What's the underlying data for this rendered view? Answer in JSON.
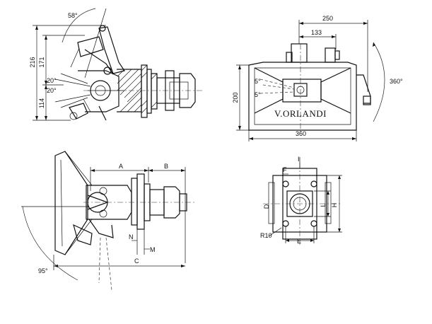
{
  "side_view": {
    "angle_top": "58°",
    "angle_upper": "20°",
    "angle_lower": "20°",
    "dim_216": "216",
    "dim_171": "171",
    "dim_114": "114"
  },
  "front_view": {
    "dim_250": "250",
    "dim_133": "133",
    "dim_200": "200",
    "dim_360": "360",
    "rotation": "360°",
    "angle_upper": "5°",
    "angle_lower": "5°",
    "brand_text": "V.ORLANDI"
  },
  "top_view": {
    "label_a": "A",
    "label_b": "B",
    "label_c": "C",
    "label_n": "N",
    "label_m": "M",
    "swing_angle": "95°"
  },
  "flange_view": {
    "label_i": "I",
    "label_f": "F",
    "label_d": "D",
    "label_l": "L",
    "label_h": "H",
    "label_e": "E",
    "label_r10": "R10"
  }
}
